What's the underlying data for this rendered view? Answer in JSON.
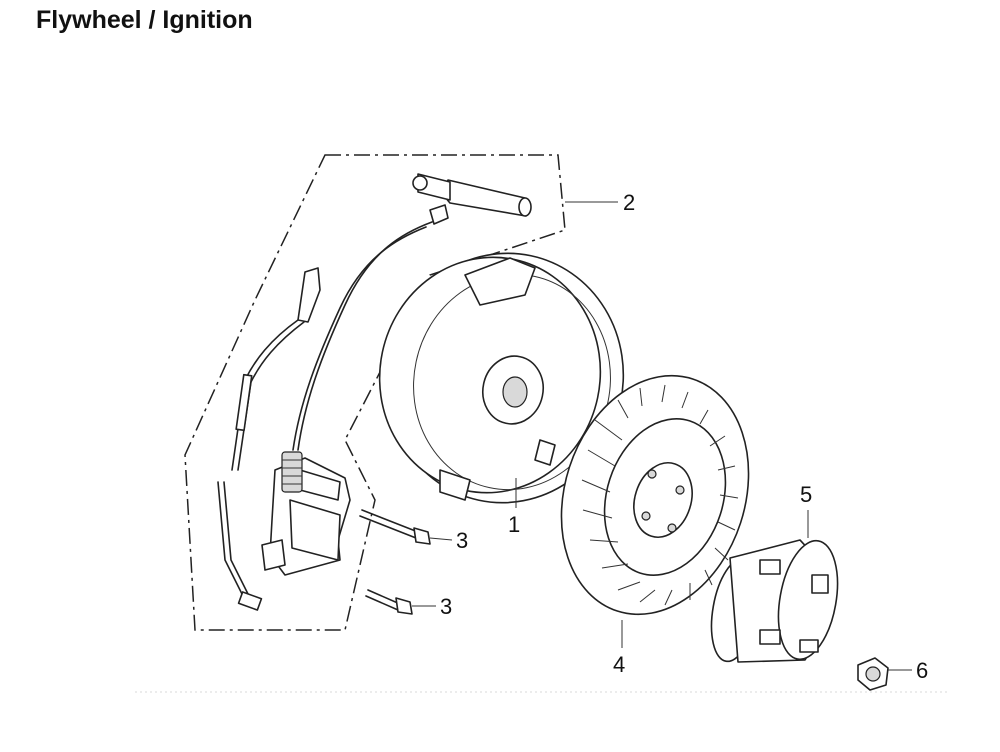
{
  "title": "Flywheel / Ignition",
  "callouts": [
    {
      "id": "1",
      "label": "1"
    },
    {
      "id": "2",
      "label": "2"
    },
    {
      "id": "3a",
      "label": "3"
    },
    {
      "id": "3b",
      "label": "3"
    },
    {
      "id": "4",
      "label": "4"
    },
    {
      "id": "5",
      "label": "5"
    },
    {
      "id": "6",
      "label": "6"
    }
  ]
}
